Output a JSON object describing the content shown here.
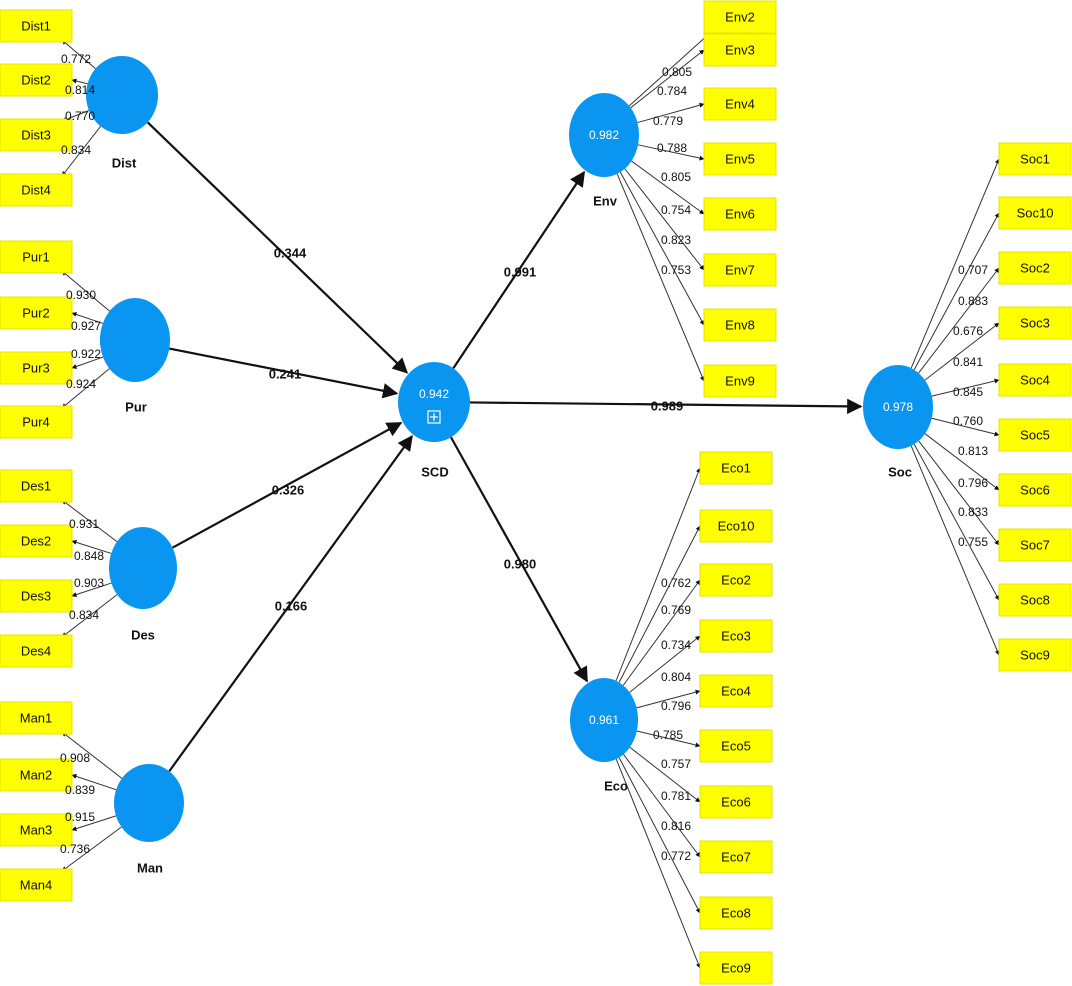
{
  "constructs": {
    "dist": {
      "name": "Dist",
      "value": ""
    },
    "pur": {
      "name": "Pur",
      "value": ""
    },
    "des": {
      "name": "Des",
      "value": ""
    },
    "man": {
      "name": "Man",
      "value": ""
    },
    "scd": {
      "name": "SCD",
      "value": "0.942"
    },
    "env": {
      "name": "Env",
      "value": "0.982"
    },
    "eco": {
      "name": "Eco",
      "value": "0.961"
    },
    "soc": {
      "name": "Soc",
      "value": "0.978"
    }
  },
  "paths": {
    "dist_scd": "0.344",
    "pur_scd": "0.241",
    "des_scd": "0.326",
    "man_scd": "0.166",
    "scd_env": "0.991",
    "scd_soc": "0.989",
    "scd_eco": "0.980"
  },
  "indicators": {
    "dist": [
      {
        "label": "Dist1",
        "loading": "0.772"
      },
      {
        "label": "Dist2",
        "loading": "0.814"
      },
      {
        "label": "Dist3",
        "loading": "0.770"
      },
      {
        "label": "Dist4",
        "loading": "0.834"
      }
    ],
    "pur": [
      {
        "label": "Pur1",
        "loading": "0.930"
      },
      {
        "label": "Pur2",
        "loading": "0.927"
      },
      {
        "label": "Pur3",
        "loading": "0.922"
      },
      {
        "label": "Pur4",
        "loading": "0.924"
      }
    ],
    "des": [
      {
        "label": "Des1",
        "loading": "0.931"
      },
      {
        "label": "Des2",
        "loading": "0.848"
      },
      {
        "label": "Des3",
        "loading": "0.903"
      },
      {
        "label": "Des4",
        "loading": "0.834"
      }
    ],
    "man": [
      {
        "label": "Man1",
        "loading": "0.908"
      },
      {
        "label": "Man2",
        "loading": "0.839"
      },
      {
        "label": "Man3",
        "loading": "0.915"
      },
      {
        "label": "Man4",
        "loading": "0.736"
      }
    ],
    "env": [
      {
        "label": "Env2",
        "loading": "0.805"
      },
      {
        "label": "Env3",
        "loading": "0.784"
      },
      {
        "label": "Env4",
        "loading": "0.779"
      },
      {
        "label": "Env5",
        "loading": "0.788"
      },
      {
        "label": "Env6",
        "loading": "0.805"
      },
      {
        "label": "Env7",
        "loading": "0.754"
      },
      {
        "label": "Env8",
        "loading": "0.823"
      },
      {
        "label": "Env9",
        "loading": "0.753"
      }
    ],
    "eco": [
      {
        "label": "Eco1",
        "loading": "0.762"
      },
      {
        "label": "Eco10",
        "loading": "0.769"
      },
      {
        "label": "Eco2",
        "loading": "0.734"
      },
      {
        "label": "Eco3",
        "loading": "0.804"
      },
      {
        "label": "Eco4",
        "loading": "0.796"
      },
      {
        "label": "Eco5",
        "loading": "0.785"
      },
      {
        "label": "Eco6",
        "loading": "0.757"
      },
      {
        "label": "Eco7",
        "loading": "0.781"
      },
      {
        "label": "Eco8",
        "loading": "0.816"
      },
      {
        "label": "Eco9",
        "loading": "0.772"
      }
    ],
    "soc": [
      {
        "label": "Soc1",
        "loading": "0.707"
      },
      {
        "label": "Soc10",
        "loading": "0.883"
      },
      {
        "label": "Soc2",
        "loading": "0.676"
      },
      {
        "label": "Soc3",
        "loading": "0.841"
      },
      {
        "label": "Soc4",
        "loading": "0.845"
      },
      {
        "label": "Soc5",
        "loading": "0.760"
      },
      {
        "label": "Soc6",
        "loading": "0.813"
      },
      {
        "label": "Soc7",
        "loading": "0.796"
      },
      {
        "label": "Soc8",
        "loading": "0.833"
      },
      {
        "label": "Soc9",
        "loading": "0.755"
      }
    ]
  },
  "colors": {
    "construct": "#0a96f0",
    "indicator": "#ffff00"
  },
  "icons": {
    "scd_expand": "expand-plus-icon"
  }
}
